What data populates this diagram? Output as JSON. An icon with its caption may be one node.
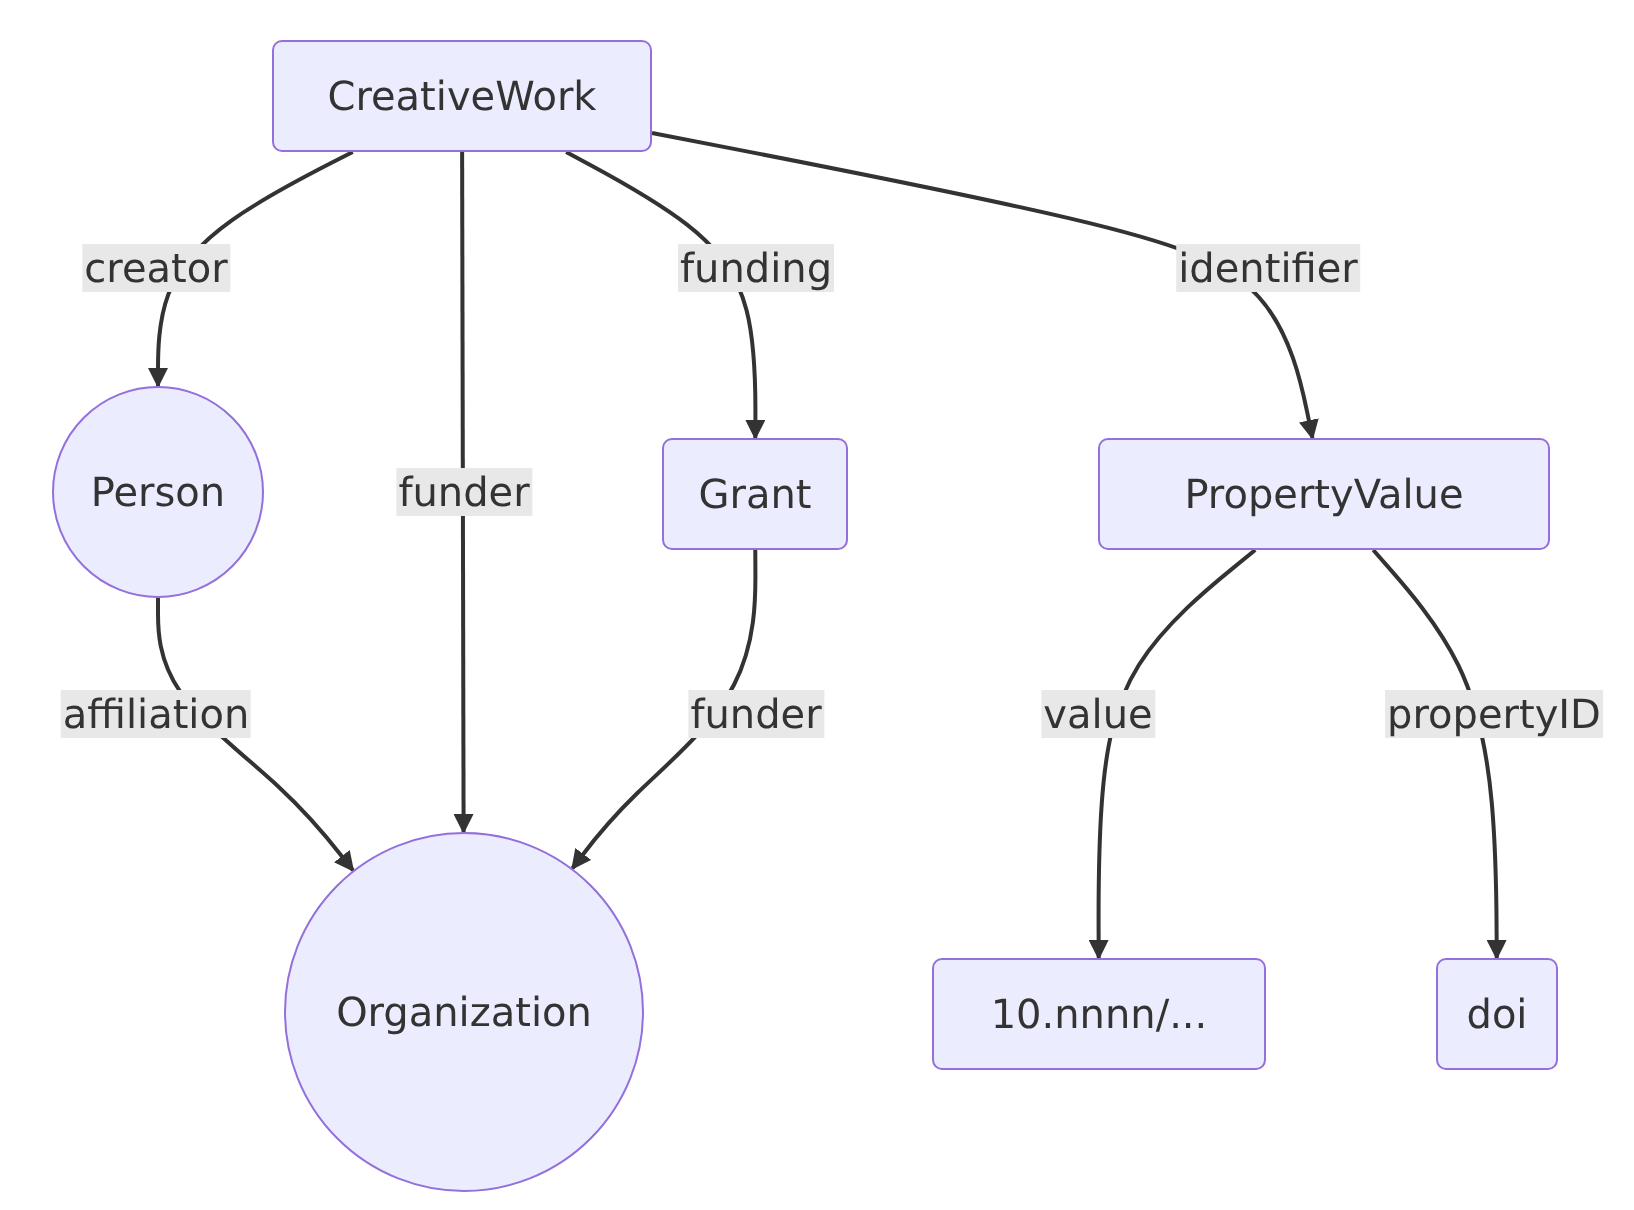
{
  "diagram": {
    "nodes": [
      {
        "text": [
          "CreativeWork"
        ]
      },
      {
        "text": [
          "Person"
        ]
      },
      {
        "text": [
          "Grant"
        ]
      },
      {
        "text": [
          "PropertyValue"
        ]
      },
      {
        "text": [
          "Organization"
        ]
      },
      {
        "text": [
          "10.nnnn/..."
        ]
      },
      {
        "text": [
          "doi"
        ]
      }
    ],
    "edges": [
      {
        "from": 0,
        "to": 1,
        "arrow": "to",
        "label": "creator"
      },
      {
        "from": 0,
        "to": 4,
        "arrow": "to",
        "label": "funder"
      },
      {
        "from": 0,
        "to": 2,
        "arrow": "to",
        "label": "funding"
      },
      {
        "from": 0,
        "to": 3,
        "arrow": "to",
        "label": "identifier"
      },
      {
        "from": 1,
        "to": 4,
        "arrow": "to",
        "label": "affiliation"
      },
      {
        "from": 2,
        "to": 4,
        "arrow": "to",
        "label": "funder"
      },
      {
        "from": 3,
        "to": 5,
        "arrow": "to",
        "label": "value"
      },
      {
        "from": 3,
        "to": 6,
        "arrow": "to",
        "label": "propertyID"
      }
    ]
  }
}
